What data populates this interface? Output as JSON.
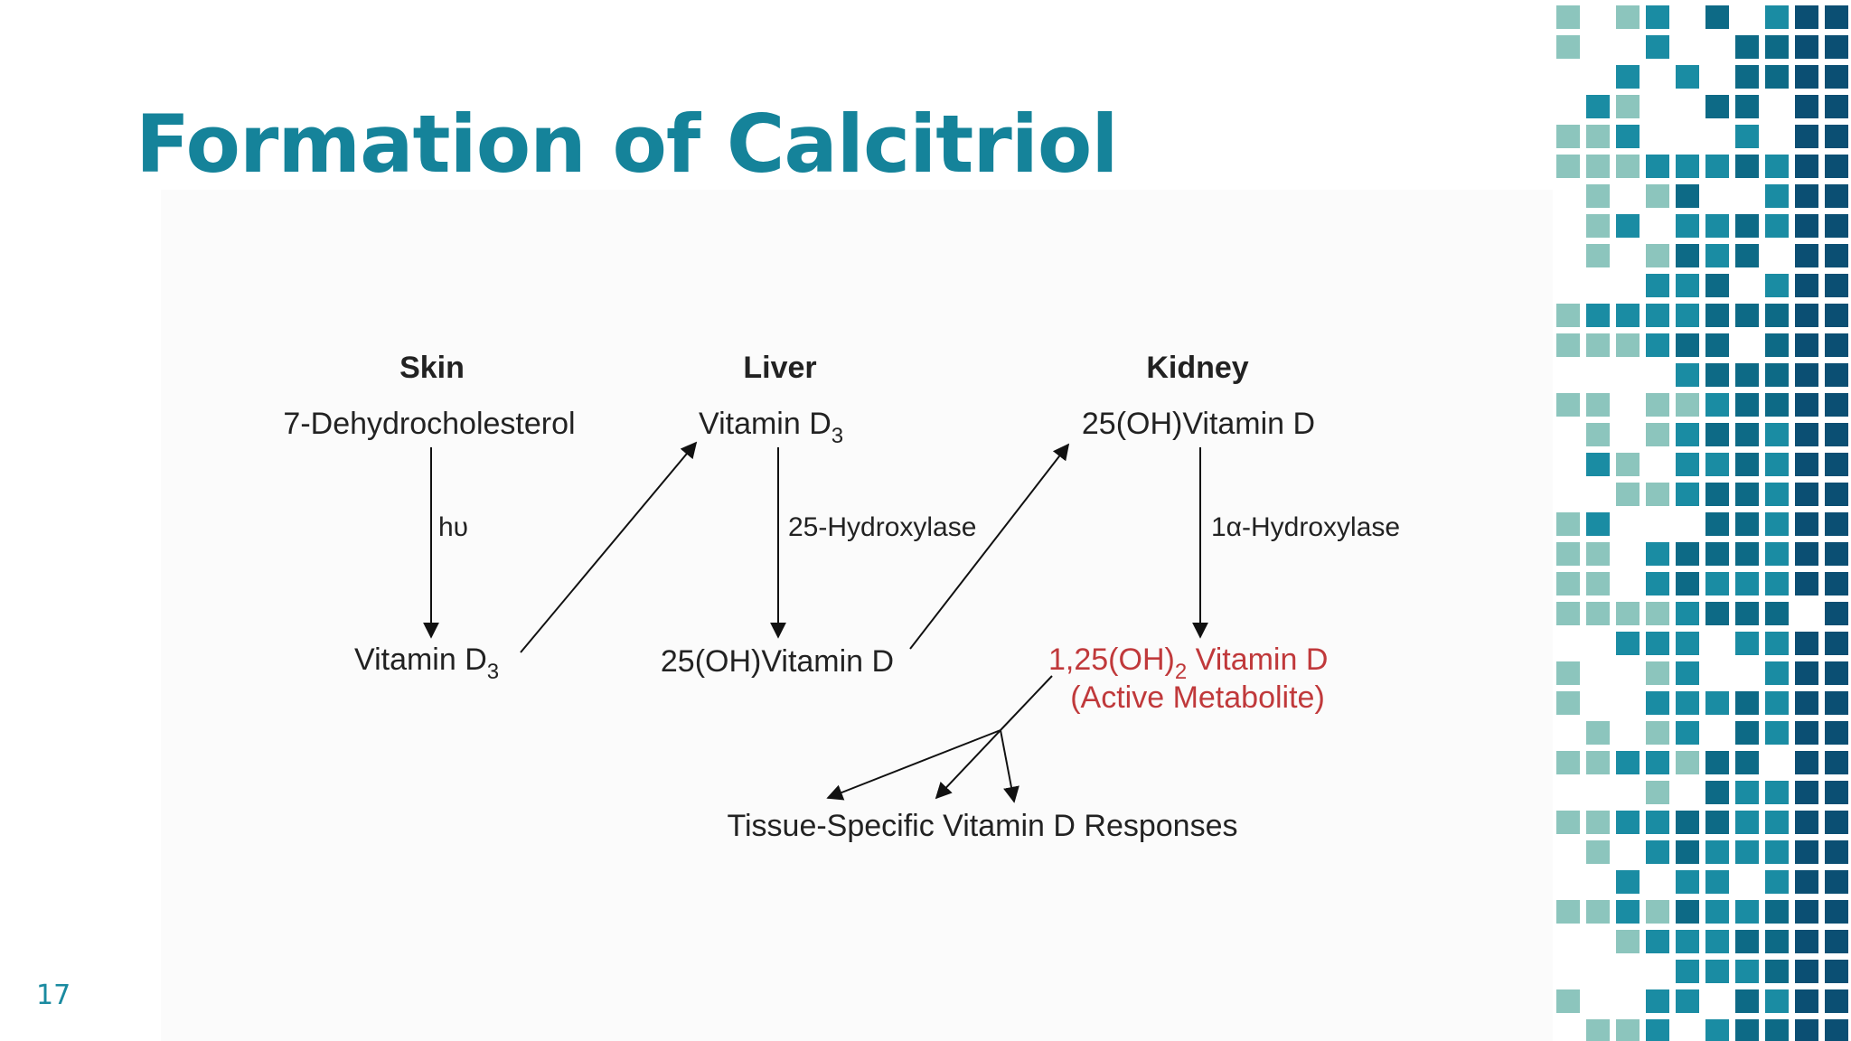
{
  "slide": {
    "title": "Formation of Calcitriol",
    "page_number": "17"
  },
  "diagram": {
    "headers": {
      "skin": "Skin",
      "liver": "Liver",
      "kidney": "Kidney"
    },
    "skin": {
      "precursor": "7-Dehydrocholesterol",
      "step_label": "hυ",
      "product": "Vitamin D",
      "product_sub": "3"
    },
    "liver": {
      "substrate": "Vitamin D",
      "substrate_sub": "3",
      "enzyme": "25-Hydroxylase",
      "product": "25(OH)Vitamin D"
    },
    "kidney": {
      "substrate": "25(OH)Vitamin D",
      "enzyme": "1α-Hydroxylase",
      "product_prefix": "1,25(OH)",
      "product_sub": "2",
      "product_suffix": " Vitamin D",
      "product_note": "(Active Metabolite)"
    },
    "responses": "Tissue-Specific Vitamin D Responses",
    "colors": {
      "text": "#222222",
      "active": "#c0393b",
      "title": "#15839a"
    }
  }
}
